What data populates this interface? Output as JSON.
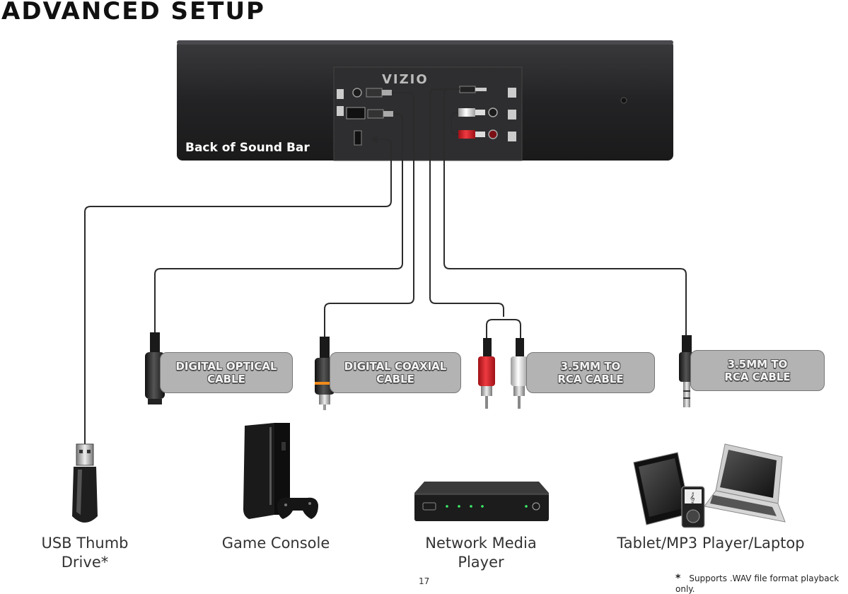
{
  "page_title": "ADVANCED SETUP",
  "soundbar": {
    "label": "Back of Sound Bar",
    "brand": "VIZIO"
  },
  "cables": [
    {
      "label": "DIGITAL OPTICAL\nCABLE"
    },
    {
      "label": "DIGITAL COAXIAL\nCABLE"
    },
    {
      "label": "3.5MM TO\nRCA CABLE"
    },
    {
      "label": "3.5MM TO\nRCA CABLE"
    }
  ],
  "devices": [
    {
      "label": "USB Thumb\nDrive*",
      "icon": "usb-drive-icon"
    },
    {
      "label": "Game Console",
      "icon": "game-console-icon"
    },
    {
      "label": "Network Media\nPlayer",
      "icon": "media-player-icon"
    },
    {
      "label": "Tablet/MP3 Player/Laptop",
      "icon": "tablet-mp3-laptop-icon"
    }
  ],
  "footnote": {
    "marker": "*",
    "text": "Supports .WAV file format playback only."
  },
  "page_number": "17",
  "colors": {
    "soundbar": "#242426",
    "pill": "#b3b3b3",
    "cable_line": "#2b2b2b",
    "rca_red": "#d2232a",
    "rca_white": "#e6e6e6"
  }
}
